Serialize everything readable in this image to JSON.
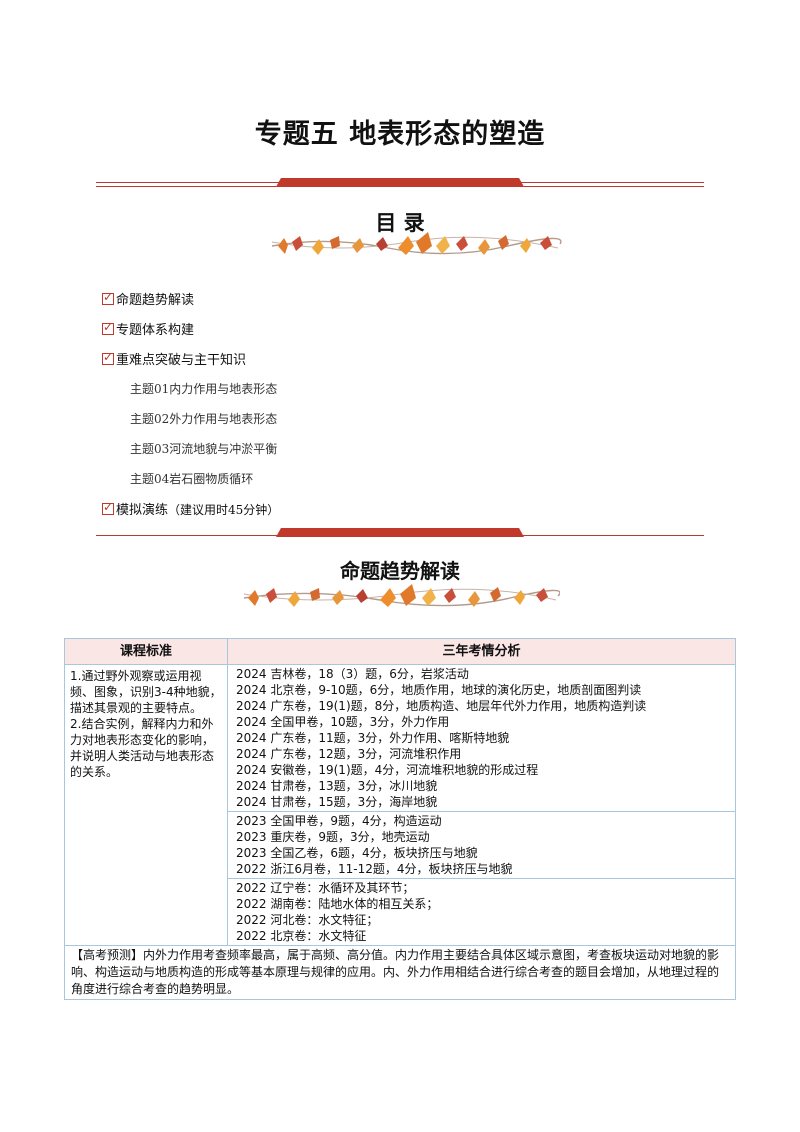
{
  "header": {
    "title": "专题五  地表形态的塑造"
  },
  "toc": {
    "heading": "目      录",
    "items": [
      {
        "label": "命题趋势解读"
      },
      {
        "label": "专题体系构建"
      },
      {
        "label": "重难点突破与主干知识"
      }
    ],
    "subitems": [
      "主题01内力作用与地表形态",
      "主题02外力作用与地表形态",
      "主题03河流地貌与冲淤平衡",
      "主题04岩石圈物质循环"
    ],
    "last_item": {
      "label": "模拟演练",
      "note": "（建议用时45分钟）"
    }
  },
  "section": {
    "heading": "命题趋势解读"
  },
  "table": {
    "col1_header": "课程标准",
    "col2_header": "三年考情分析",
    "standards": [
      "1.通过野外观察或运用视频、图象，识别3-4种地貌，描述其景观的主要特点。",
      "2.结合实例，解释内力和外力对地表形态变化的影响，并说明人类活动与地表形态的关系。"
    ],
    "group_2024": [
      "2024 吉林卷，18（3）题，6分，岩浆活动",
      "2024 北京卷，9-10题，6分，地质作用，地球的演化历史，地质剖面图判读",
      "2024 广东卷，19(1)题，8分，地质构造、地层年代外力作用，地质构造判读",
      "2024 全国甲卷，10题，3分，外力作用",
      "2024 广东卷，11题，3分，外力作用、喀斯特地貌",
      "2024 广东卷，12题，3分，河流堆积作用",
      "2024 安徽卷，19(1)题，4分，河流堆积地貌的形成过程",
      "2024 甘肃卷，13题，3分，冰川地貌",
      "2024 甘肃卷，15题，3分，海岸地貌"
    ],
    "group_2023": [
      "2023 全国甲卷，9题，4分，构造运动",
      "2023 重庆卷，9题，3分，地壳运动",
      "2023 全国乙卷，6题，4分，板块挤压与地貌",
      "2022 浙江6月卷，11-12题，4分，板块挤压与地貌"
    ],
    "group_2022": [
      "2022 辽宁卷：水循环及其环节；",
      "2022 湖南卷：陆地水体的相互关系；",
      "2022 河北卷：水文特征；",
      "2022 北京卷：水文特征"
    ],
    "forecast": "【高考预测】内外力作用考查频率最高，属于高频、高分值。内力作用主要结合具体区域示意图，考查板块运动对地貌的影响、构造运动与地质构造的形成等基本原理与规律的应用。内、外力作用相结合进行综合考查的题目会增加，从地理过程的角度进行综合考查的趋势明显。"
  }
}
